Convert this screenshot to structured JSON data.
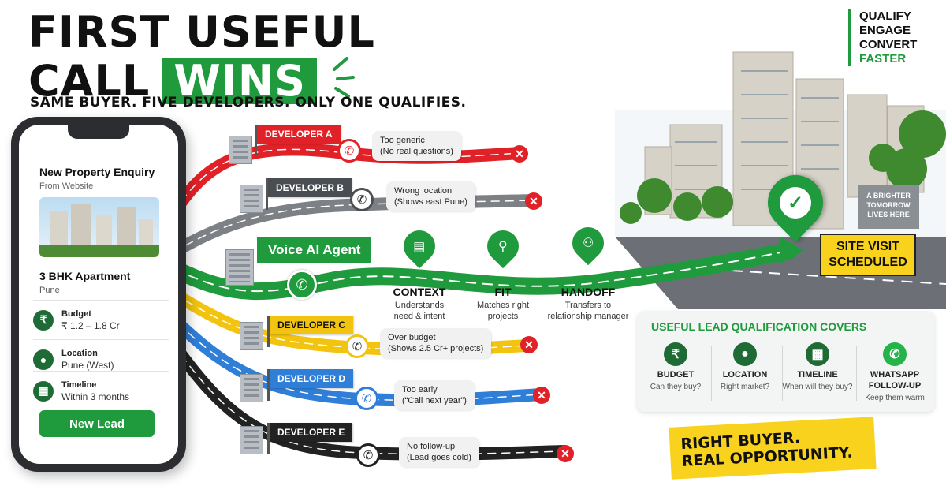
{
  "headline": {
    "line1": "FIRST USEFUL",
    "line2_prefix": "CALL",
    "line2_highlight": "WINS",
    "subhead": "SAME BUYER. FIVE DEVELOPERS. ONLY ONE QUALIFIES."
  },
  "qualify": [
    "QUALIFY",
    "ENGAGE",
    "CONVERT",
    "FASTER"
  ],
  "phone": {
    "title": "New Property Enquiry",
    "source": "From Website",
    "apartment": "3 BHK Apartment",
    "city": "Pune",
    "rows": [
      {
        "label": "Budget",
        "value": "₹ 1.2 – 1.8 Cr",
        "icon": "rupee-icon"
      },
      {
        "label": "Location",
        "value": "Pune (West)",
        "icon": "location-icon"
      },
      {
        "label": "Timeline",
        "value": "Within 3 months",
        "icon": "calendar-icon"
      }
    ],
    "cta": "New Lead"
  },
  "developers": [
    {
      "name": "DEVELOPER A",
      "color": "#e02127",
      "line1": "Too generic",
      "line2": "(No real questions)"
    },
    {
      "name": "DEVELOPER B",
      "color": "#808285",
      "line1": "Wrong location",
      "line2": "(Shows east Pune)"
    },
    {
      "name": "DEVELOPER C",
      "color": "#f2c40f",
      "line1": "Over budget",
      "line2": "(Shows 2.5 Cr+ projects)"
    },
    {
      "name": "DEVELOPER D",
      "color": "#2f7fd8",
      "line1": "Too early",
      "line2": "(“Call next year”)"
    },
    {
      "name": "DEVELOPER E",
      "color": "#222222",
      "line1": "No follow-up",
      "line2": "(Lead goes cold)"
    }
  ],
  "voice_agent": {
    "label": "Voice AI Agent",
    "color": "#1f9a3c",
    "steps": [
      {
        "title": "CONTEXT",
        "desc1": "Understands",
        "desc2": "need & intent",
        "icon": "document-icon"
      },
      {
        "title": "FIT",
        "desc1": "Matches right",
        "desc2": "projects",
        "icon": "magnifier-icon"
      },
      {
        "title": "HANDOFF",
        "desc1": "Transfers to",
        "desc2": "relationship manager",
        "icon": "handshake-icon"
      }
    ]
  },
  "site_visit": {
    "line1": "SITE VISIT",
    "line2": "SCHEDULED"
  },
  "sign": [
    "A BRIGHTER",
    "TOMORROW",
    "LIVES HERE"
  ],
  "covers": {
    "title": "USEFUL LEAD QUALIFICATION COVERS",
    "items": [
      {
        "title": "BUDGET",
        "desc": "Can they buy?",
        "icon": "rupee-icon"
      },
      {
        "title": "LOCATION",
        "desc": "Right market?",
        "icon": "location-icon"
      },
      {
        "title": "TIMELINE",
        "desc": "When will they buy?",
        "icon": "calendar-icon"
      },
      {
        "title": "WHATSAPP\nFOLLOW-UP",
        "desc": "Keep them warm",
        "icon": "whatsapp-icon"
      }
    ]
  },
  "tagline": {
    "line1": "RIGHT BUYER.",
    "line2": "REAL OPPORTUNITY."
  }
}
